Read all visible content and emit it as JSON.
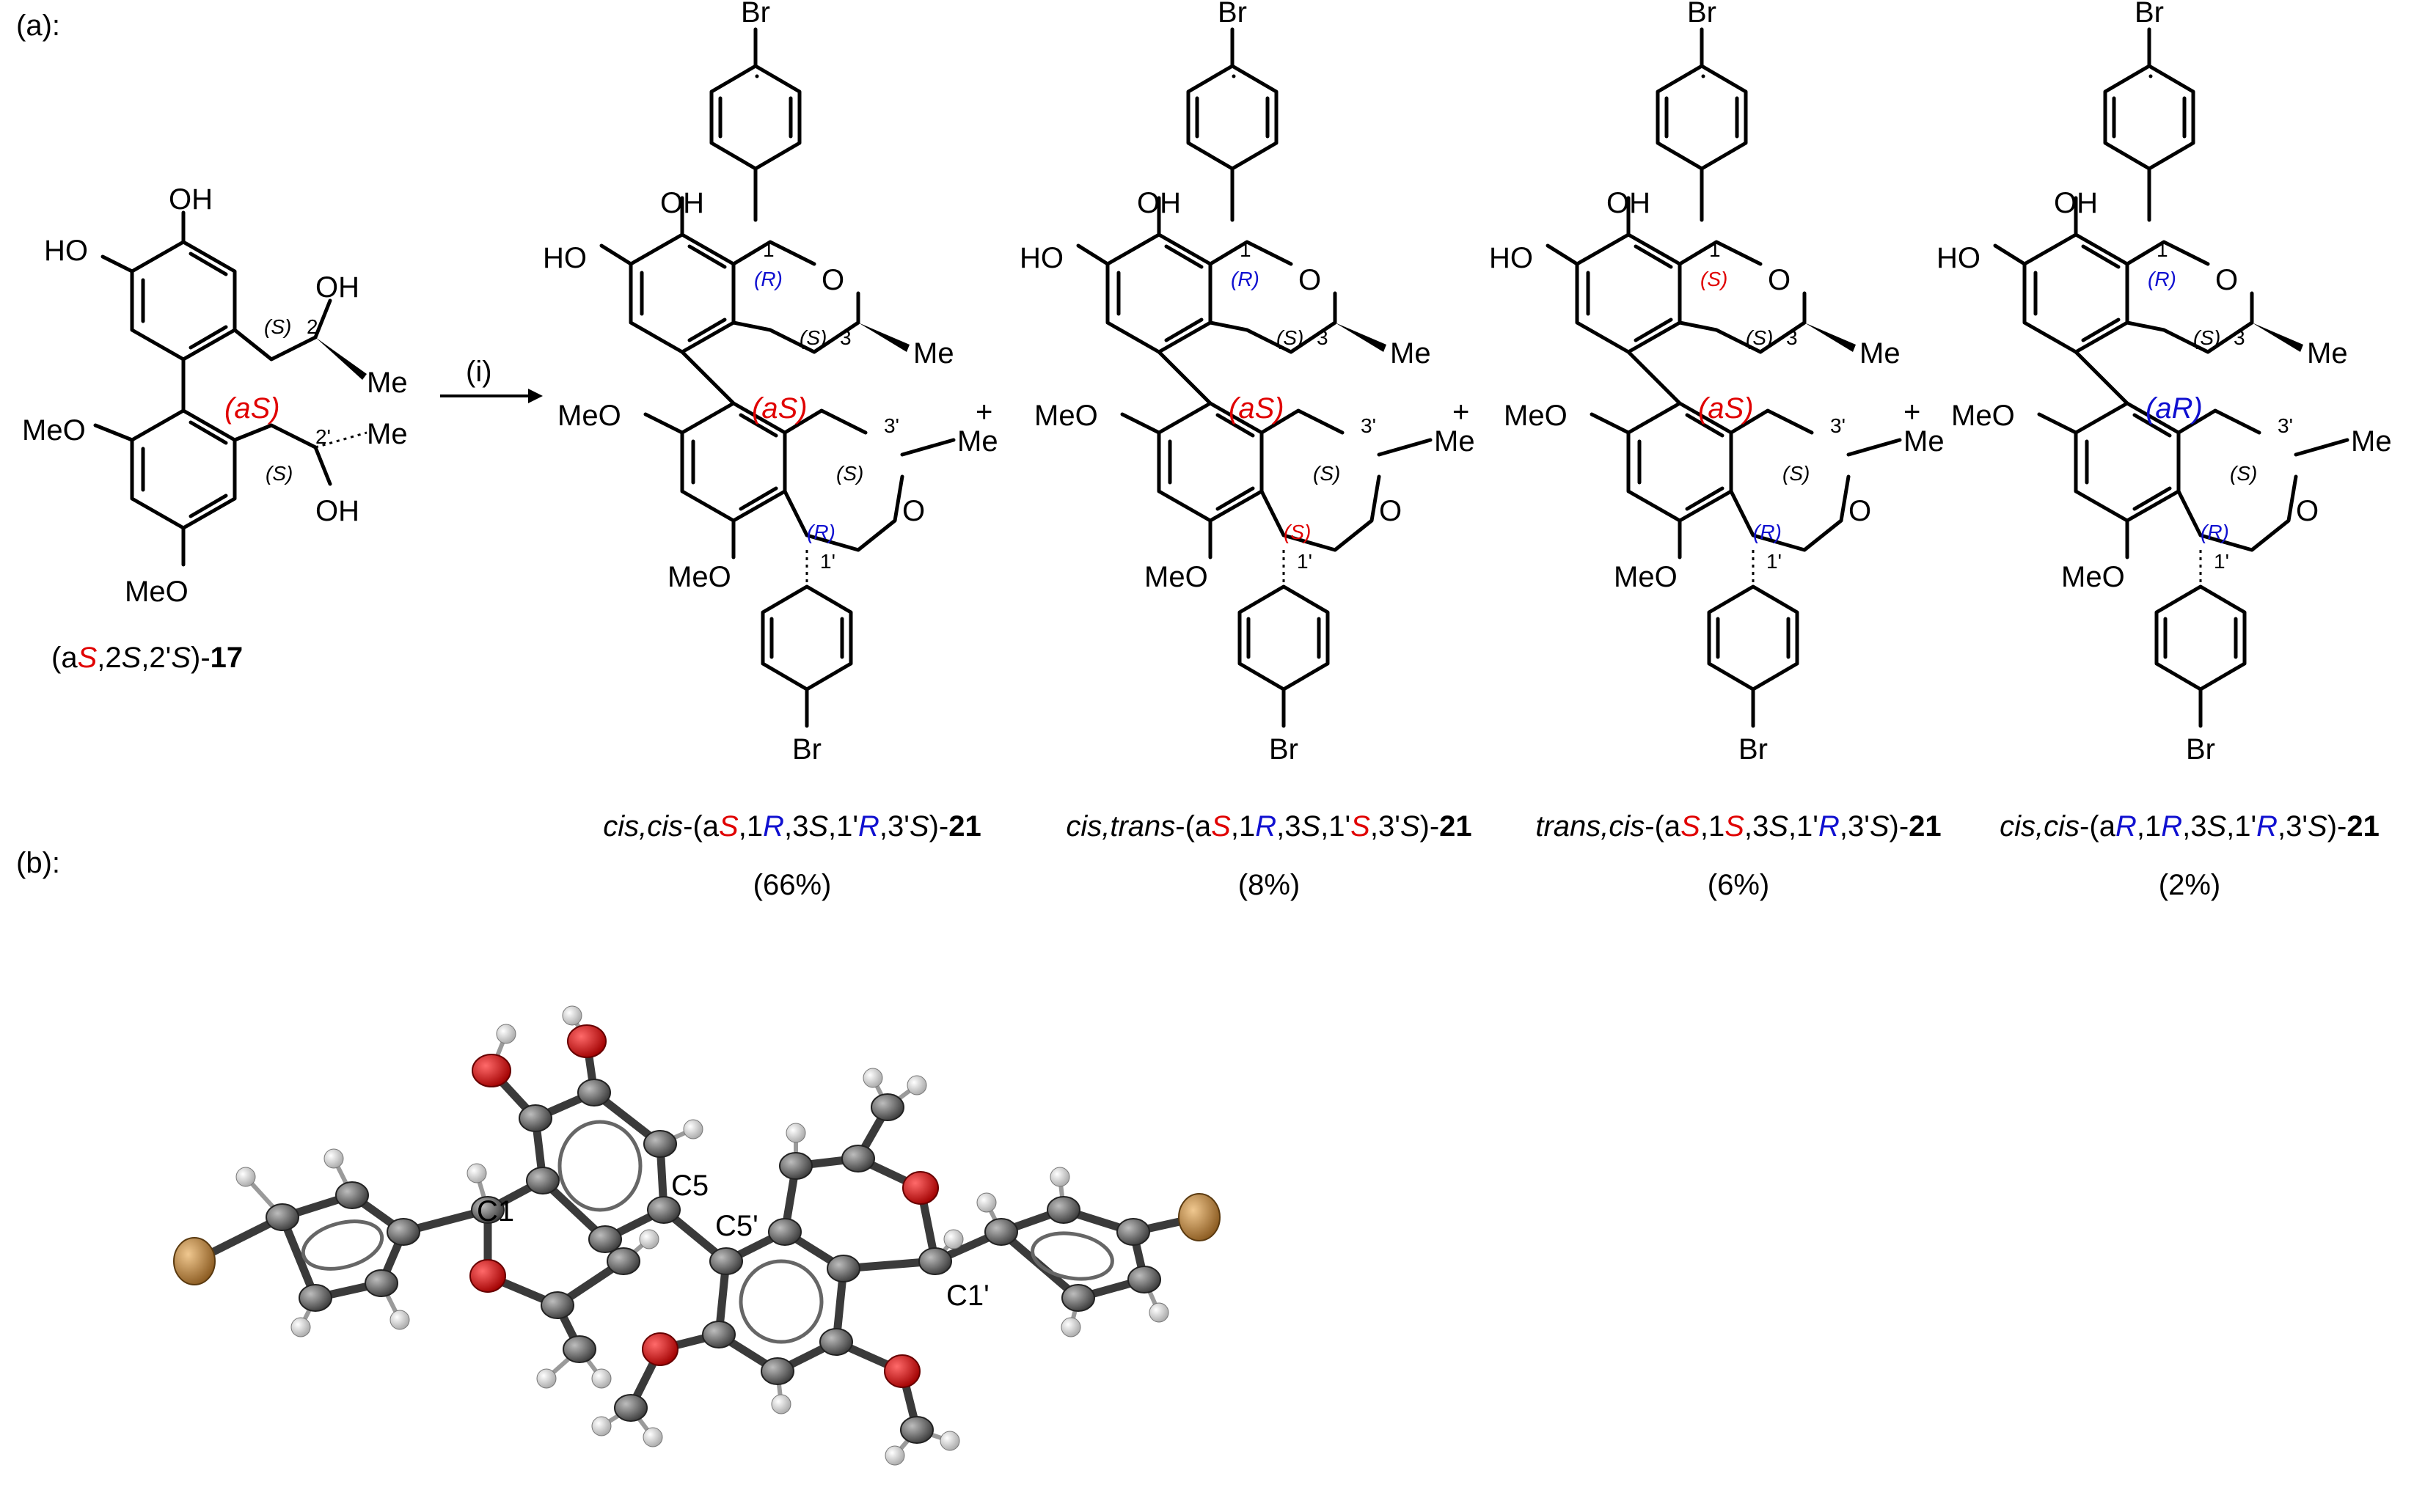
{
  "panels": {
    "a": "(a):",
    "b": "(b):"
  },
  "arrow_label": "(i)",
  "atoms": {
    "OH": "OH",
    "HO": "HO",
    "MeO": "MeO",
    "Me": "Me",
    "Br": "Br",
    "O": "O"
  },
  "locants": {
    "n1": "1",
    "n2": "2",
    "n3": "3",
    "n1p": "1'",
    "n2p": "2'",
    "n3p": "3'"
  },
  "stereo": {
    "S": "(S)",
    "R": "(R)",
    "aS": "(aS)",
    "aR": "(aR)"
  },
  "plus": "+",
  "start": {
    "p1": "(a",
    "p2": "S",
    "p3": ",2",
    "p4": "S",
    "p5": ",2'",
    "p6": "S",
    "p7": ")-",
    "num": "17"
  },
  "products": [
    {
      "rel": "cis,cis",
      "segs": [
        "-(a",
        "S",
        ",1",
        "R",
        ",3",
        "S",
        ",1'",
        "R",
        ",3'",
        "S",
        ")-"
      ],
      "num": "21",
      "yield": "(66%)"
    },
    {
      "rel": "cis,trans",
      "segs": [
        "-(a",
        "S",
        ",1",
        "R",
        ",3",
        "S",
        ",1'",
        "S",
        ",3'",
        "S",
        ")-"
      ],
      "num": "21",
      "yield": "(8%)"
    },
    {
      "rel": "trans,cis",
      "segs": [
        "-(a",
        "S",
        ",1",
        "S",
        ",3",
        "S",
        ",1'",
        "R",
        ",3'",
        "S",
        ")-"
      ],
      "num": "21",
      "yield": "(6%)"
    },
    {
      "rel": "cis,cis",
      "segs": [
        "-(a",
        "R",
        ",1",
        "R",
        ",3",
        "S",
        ",1'",
        "R",
        ",3'",
        "S",
        ")-"
      ],
      "num": "21",
      "yield": "(2%)"
    }
  ],
  "crystal": {
    "c1": "C1",
    "c5": "C5",
    "c5p": "C5'",
    "c1p": "C1'"
  },
  "colors": {
    "red": "#e00000",
    "blue": "#1010d0",
    "oxygen": "#d40000",
    "bromine": "#c08a3e",
    "carbon": "#555555",
    "hydrogen": "#dddddd"
  }
}
